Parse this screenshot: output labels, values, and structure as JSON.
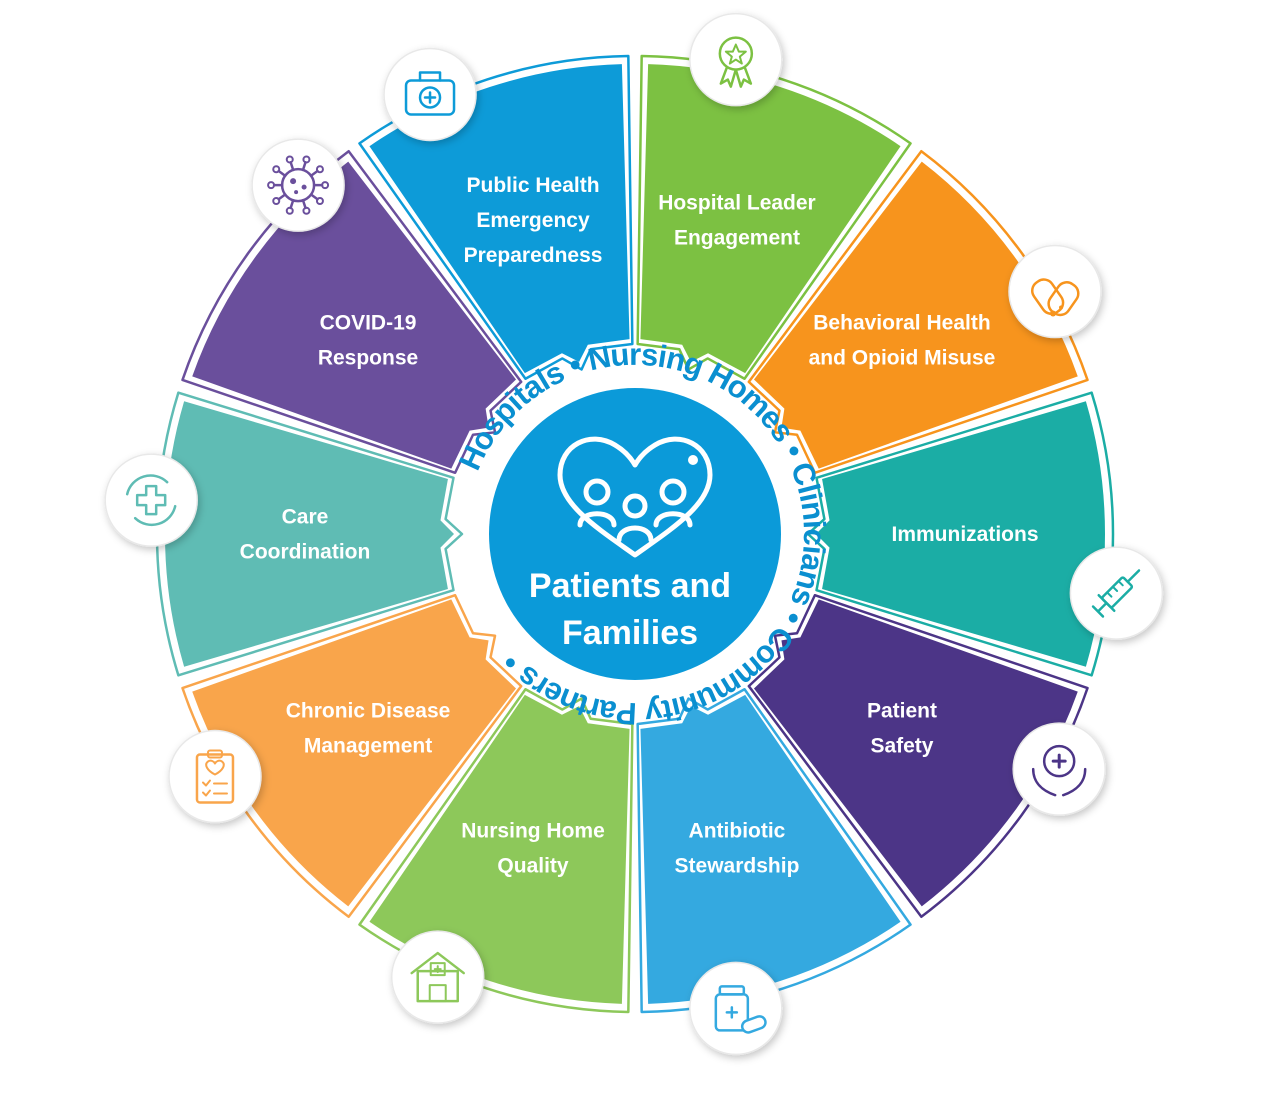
{
  "center": {
    "label_line1": "Patients and",
    "label_line2": "Families",
    "icon": "heart-family-icon",
    "color": "#0b9ad9"
  },
  "ring": {
    "groups": [
      "Hospitals",
      "Nursing Homes",
      "Clinicians",
      "Community Partners"
    ],
    "color": "#0a8fd0"
  },
  "segments": [
    {
      "id": "public-health",
      "lines": [
        "Public Health",
        "Emergency",
        "Preparedness"
      ],
      "color": "#0d9bd8",
      "icon": "first-aid-kit-icon"
    },
    {
      "id": "hospital-leader",
      "lines": [
        "Hospital Leader",
        "Engagement"
      ],
      "color": "#7cc142",
      "icon": "award-ribbon-icon"
    },
    {
      "id": "behavioral-health",
      "lines": [
        "Behavioral Health",
        "and Opioid Misuse"
      ],
      "color": "#f7941d",
      "icon": "pills-icon"
    },
    {
      "id": "immunizations",
      "lines": [
        "Immunizations"
      ],
      "color": "#1bada5",
      "icon": "syringe-icon"
    },
    {
      "id": "patient-safety",
      "lines": [
        "Patient",
        "Safety"
      ],
      "color": "#4c3587",
      "icon": "hands-cross-icon"
    },
    {
      "id": "antibiotic",
      "lines": [
        "Antibiotic",
        "Stewardship"
      ],
      "color": "#34a9e0",
      "icon": "medicine-bottle-icon"
    },
    {
      "id": "nursing-home-quality",
      "lines": [
        "Nursing Home",
        "Quality"
      ],
      "color": "#8dc85a",
      "icon": "nursing-home-building-icon"
    },
    {
      "id": "chronic-disease",
      "lines": [
        "Chronic Disease",
        "Management"
      ],
      "color": "#f9a54b",
      "icon": "clipboard-heart-icon"
    },
    {
      "id": "care-coordination",
      "lines": [
        "Care",
        "Coordination"
      ],
      "color": "#5fbcb4",
      "icon": "cycle-cross-icon"
    },
    {
      "id": "covid",
      "lines": [
        "COVID-19",
        "Response"
      ],
      "color": "#6a4f9c",
      "icon": "virus-icon"
    }
  ]
}
